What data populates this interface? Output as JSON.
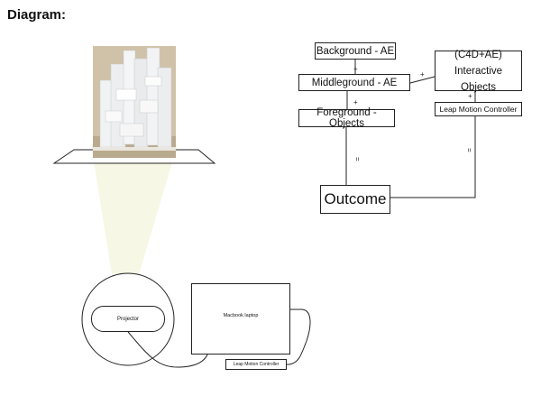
{
  "title": "Diagram:",
  "flow": {
    "background": "Background - AE",
    "middleground": "Middleground - AE",
    "foreground": "Foreground - Objects",
    "interactive_line1": "(C4D+AE)",
    "interactive_line2": "Interactive Objects",
    "leap": "Leap Motion Controller",
    "outcome": "Outcome",
    "plus": "+",
    "equals": "="
  },
  "setup": {
    "projector": "Projector",
    "laptop": "Macbook laptop",
    "leap": "Leap Motion Controller"
  },
  "colors": {
    "line": "#222222",
    "light_beam": "#f6f7e4",
    "photo_background": "#cfc2a8",
    "foam_block": "#f1f2f3"
  }
}
